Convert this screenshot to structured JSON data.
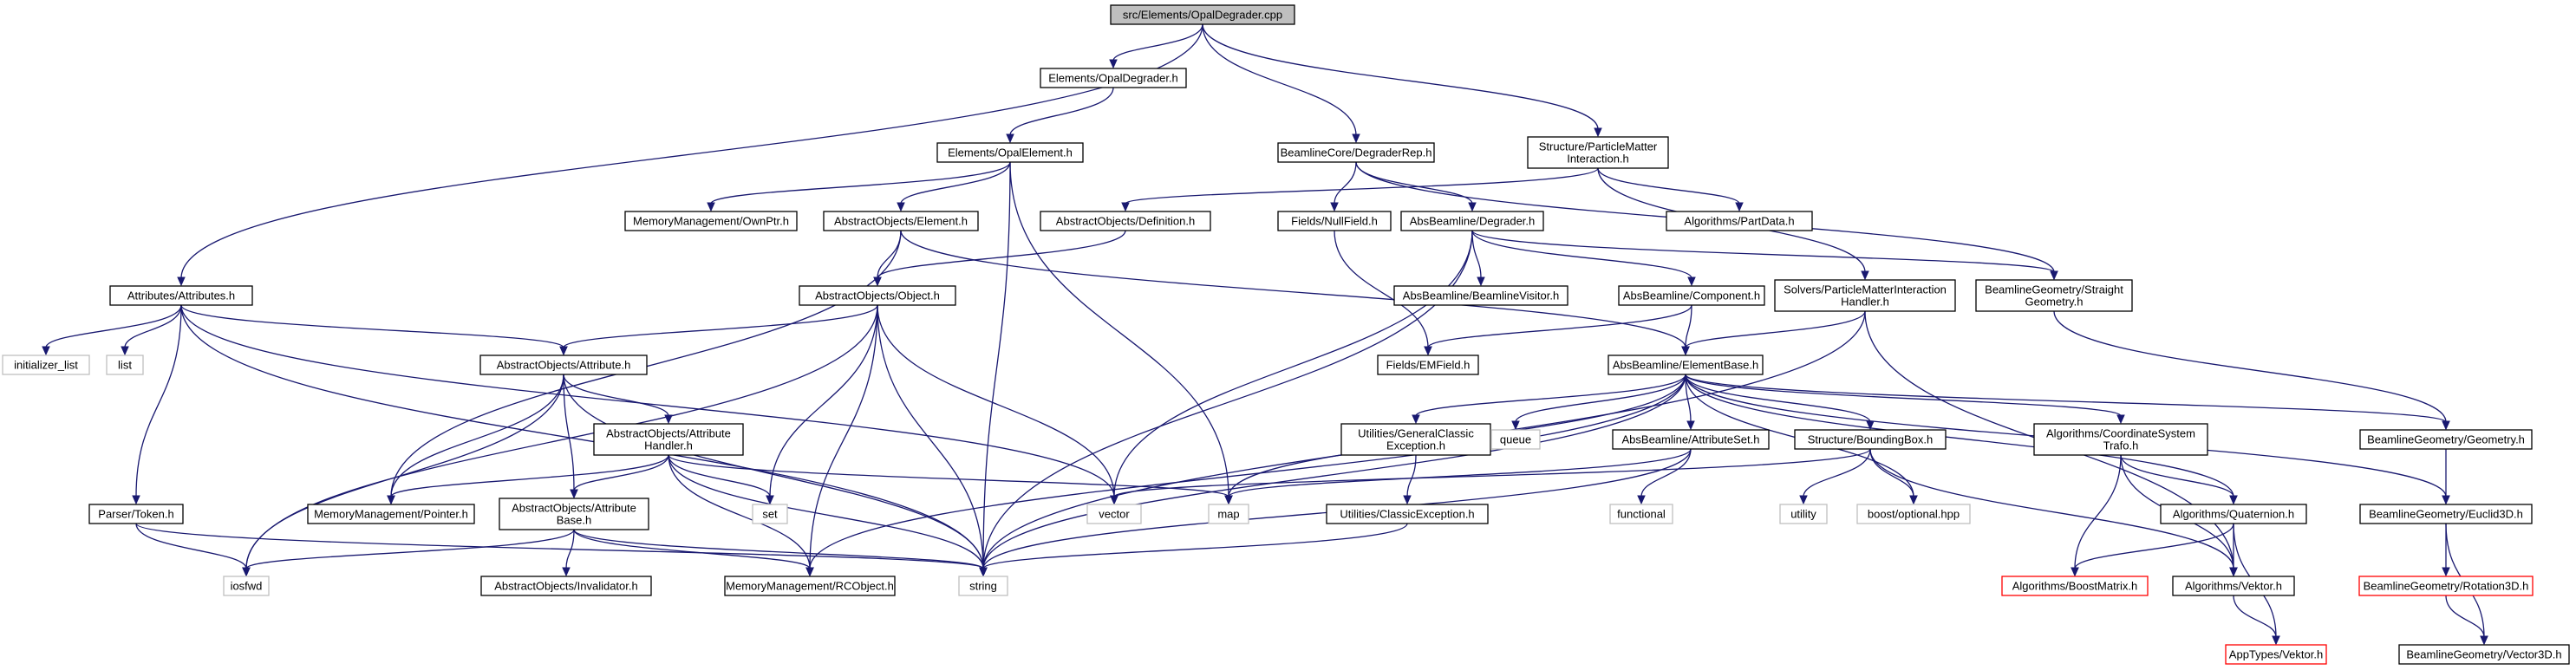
{
  "diagram": {
    "nodes": [
      {
        "id": "root",
        "lines": [
          "src/Elements/OpalDegrader.cpp"
        ],
        "style": "root"
      },
      {
        "id": "opaldegrader_h",
        "lines": [
          "Elements/OpalDegrader.h"
        ],
        "style": "normal"
      },
      {
        "id": "opalelement_h",
        "lines": [
          "Elements/OpalElement.h"
        ],
        "style": "normal"
      },
      {
        "id": "degraderrep_h",
        "lines": [
          "BeamlineCore/DegraderRep.h"
        ],
        "style": "normal"
      },
      {
        "id": "particlematter_h",
        "lines": [
          "Structure/ParticleMatter",
          "Interaction.h"
        ],
        "style": "normal"
      },
      {
        "id": "ownptr_h",
        "lines": [
          "MemoryManagement/OwnPtr.h"
        ],
        "style": "normal"
      },
      {
        "id": "element_h",
        "lines": [
          "AbstractObjects/Element.h"
        ],
        "style": "normal"
      },
      {
        "id": "definition_h",
        "lines": [
          "AbstractObjects/Definition.h"
        ],
        "style": "normal"
      },
      {
        "id": "nullfield_h",
        "lines": [
          "Fields/NullField.h"
        ],
        "style": "normal"
      },
      {
        "id": "degrader_h",
        "lines": [
          "AbsBeamline/Degrader.h"
        ],
        "style": "normal"
      },
      {
        "id": "partdata_h",
        "lines": [
          "Algorithms/PartData.h"
        ],
        "style": "normal"
      },
      {
        "id": "attributes_h",
        "lines": [
          "Attributes/Attributes.h"
        ],
        "style": "normal"
      },
      {
        "id": "object_h",
        "lines": [
          "AbstractObjects/Object.h"
        ],
        "style": "normal"
      },
      {
        "id": "beamlinevisitor_h",
        "lines": [
          "AbsBeamline/BeamlineVisitor.h"
        ],
        "style": "normal"
      },
      {
        "id": "component_h",
        "lines": [
          "AbsBeamline/Component.h"
        ],
        "style": "normal"
      },
      {
        "id": "pmihandler_h",
        "lines": [
          "Solvers/ParticleMatterInteraction",
          "Handler.h"
        ],
        "style": "normal"
      },
      {
        "id": "straightgeom_h",
        "lines": [
          "BeamlineGeometry/Straight",
          "Geometry.h"
        ],
        "style": "normal"
      },
      {
        "id": "initializer_list",
        "lines": [
          "initializer_list"
        ],
        "style": "gray"
      },
      {
        "id": "list",
        "lines": [
          "list"
        ],
        "style": "gray"
      },
      {
        "id": "attribute_h",
        "lines": [
          "AbstractObjects/Attribute.h"
        ],
        "style": "normal"
      },
      {
        "id": "emfield_h",
        "lines": [
          "Fields/EMField.h"
        ],
        "style": "normal"
      },
      {
        "id": "elementbase_h",
        "lines": [
          "AbsBeamline/ElementBase.h"
        ],
        "style": "normal"
      },
      {
        "id": "attrhandler_h",
        "lines": [
          "AbstractObjects/Attribute",
          "Handler.h"
        ],
        "style": "normal"
      },
      {
        "id": "genclassic_h",
        "lines": [
          "Utilities/GeneralClassic",
          "Exception.h"
        ],
        "style": "normal"
      },
      {
        "id": "queue",
        "lines": [
          "queue"
        ],
        "style": "gray"
      },
      {
        "id": "attributeset_h",
        "lines": [
          "AbsBeamline/AttributeSet.h"
        ],
        "style": "normal"
      },
      {
        "id": "boundingbox_h",
        "lines": [
          "Structure/BoundingBox.h"
        ],
        "style": "normal"
      },
      {
        "id": "coordtrafo_h",
        "lines": [
          "Algorithms/CoordinateSystem",
          "Trafo.h"
        ],
        "style": "normal"
      },
      {
        "id": "geometry_h",
        "lines": [
          "BeamlineGeometry/Geometry.h"
        ],
        "style": "normal"
      },
      {
        "id": "vector",
        "lines": [
          "vector"
        ],
        "style": "gray"
      },
      {
        "id": "map",
        "lines": [
          "map"
        ],
        "style": "gray"
      },
      {
        "id": "set",
        "lines": [
          "set"
        ],
        "style": "gray"
      },
      {
        "id": "pointer_h",
        "lines": [
          "MemoryManagement/Pointer.h"
        ],
        "style": "normal"
      },
      {
        "id": "token_h",
        "lines": [
          "Parser/Token.h"
        ],
        "style": "normal"
      },
      {
        "id": "attrbase_h",
        "lines": [
          "AbstractObjects/Attribute",
          "Base.h"
        ],
        "style": "normal"
      },
      {
        "id": "functional",
        "lines": [
          "functional"
        ],
        "style": "gray"
      },
      {
        "id": "utility",
        "lines": [
          "utility"
        ],
        "style": "gray"
      },
      {
        "id": "optional_hpp",
        "lines": [
          "boost/optional.hpp"
        ],
        "style": "gray"
      },
      {
        "id": "quaternion_h",
        "lines": [
          "Algorithms/Quaternion.h"
        ],
        "style": "normal"
      },
      {
        "id": "euclid3d_h",
        "lines": [
          "BeamlineGeometry/Euclid3D.h"
        ],
        "style": "normal"
      },
      {
        "id": "classicexc_h",
        "lines": [
          "Utilities/ClassicException.h"
        ],
        "style": "normal"
      },
      {
        "id": "iosfwd",
        "lines": [
          "iosfwd"
        ],
        "style": "gray"
      },
      {
        "id": "invalidator_h",
        "lines": [
          "AbstractObjects/Invalidator.h"
        ],
        "style": "normal"
      },
      {
        "id": "rcobject_h",
        "lines": [
          "MemoryManagement/RCObject.h"
        ],
        "style": "normal"
      },
      {
        "id": "string",
        "lines": [
          "string"
        ],
        "style": "gray"
      },
      {
        "id": "boostmatrix_h",
        "lines": [
          "Algorithms/BoostMatrix.h"
        ],
        "style": "red"
      },
      {
        "id": "vektor_alg_h",
        "lines": [
          "Algorithms/Vektor.h"
        ],
        "style": "normal"
      },
      {
        "id": "rotation3d_h",
        "lines": [
          "BeamlineGeometry/Rotation3D.h"
        ],
        "style": "red"
      },
      {
        "id": "apptypes_vektor_h",
        "lines": [
          "AppTypes/Vektor.h"
        ],
        "style": "red"
      },
      {
        "id": "vector3d_h",
        "lines": [
          "BeamlineGeometry/Vector3D.h"
        ],
        "style": "normal"
      }
    ],
    "edges": [
      [
        "root",
        "opaldegrader_h"
      ],
      [
        "root",
        "degraderrep_h"
      ],
      [
        "root",
        "particlematter_h"
      ],
      [
        "root",
        "attributes_h"
      ],
      [
        "opaldegrader_h",
        "opalelement_h"
      ],
      [
        "opalelement_h",
        "ownptr_h"
      ],
      [
        "opalelement_h",
        "element_h"
      ],
      [
        "opalelement_h",
        "map"
      ],
      [
        "opalelement_h",
        "string"
      ],
      [
        "degraderrep_h",
        "nullfield_h"
      ],
      [
        "degraderrep_h",
        "degrader_h"
      ],
      [
        "degraderrep_h",
        "straightgeom_h"
      ],
      [
        "particlematter_h",
        "definition_h"
      ],
      [
        "particlematter_h",
        "partdata_h"
      ],
      [
        "particlematter_h",
        "pmihandler_h"
      ],
      [
        "element_h",
        "object_h"
      ],
      [
        "element_h",
        "pointer_h"
      ],
      [
        "element_h",
        "elementbase_h"
      ],
      [
        "definition_h",
        "object_h"
      ],
      [
        "nullfield_h",
        "emfield_h"
      ],
      [
        "degrader_h",
        "beamlinevisitor_h"
      ],
      [
        "degrader_h",
        "component_h"
      ],
      [
        "degrader_h",
        "straightgeom_h"
      ],
      [
        "degrader_h",
        "vector"
      ],
      [
        "degrader_h",
        "string"
      ],
      [
        "attributes_h",
        "initializer_list"
      ],
      [
        "attributes_h",
        "list"
      ],
      [
        "attributes_h",
        "token_h"
      ],
      [
        "attributes_h",
        "attribute_h"
      ],
      [
        "attributes_h",
        "vector"
      ],
      [
        "attributes_h",
        "string"
      ],
      [
        "object_h",
        "attribute_h"
      ],
      [
        "object_h",
        "iosfwd"
      ],
      [
        "object_h",
        "set"
      ],
      [
        "object_h",
        "vector"
      ],
      [
        "object_h",
        "rcobject_h"
      ],
      [
        "object_h",
        "string"
      ],
      [
        "component_h",
        "emfield_h"
      ],
      [
        "component_h",
        "elementbase_h"
      ],
      [
        "pmihandler_h",
        "elementbase_h"
      ],
      [
        "pmihandler_h",
        "string"
      ],
      [
        "pmihandler_h",
        "vektor_alg_h"
      ],
      [
        "straightgeom_h",
        "geometry_h"
      ],
      [
        "attribute_h",
        "attrhandler_h"
      ],
      [
        "attribute_h",
        "attrbase_h"
      ],
      [
        "attribute_h",
        "pointer_h"
      ],
      [
        "attribute_h",
        "iosfwd"
      ],
      [
        "attribute_h",
        "string"
      ],
      [
        "elementbase_h",
        "genclassic_h"
      ],
      [
        "elementbase_h",
        "queue"
      ],
      [
        "elementbase_h",
        "attributeset_h"
      ],
      [
        "elementbase_h",
        "boundingbox_h"
      ],
      [
        "elementbase_h",
        "coordtrafo_h"
      ],
      [
        "elementbase_h",
        "geometry_h"
      ],
      [
        "elementbase_h",
        "euclid3d_h"
      ],
      [
        "elementbase_h",
        "map"
      ],
      [
        "elementbase_h",
        "rcobject_h"
      ],
      [
        "elementbase_h",
        "string"
      ],
      [
        "elementbase_h",
        "optional_hpp"
      ],
      [
        "elementbase_h",
        "quaternion_h"
      ],
      [
        "attrhandler_h",
        "set"
      ],
      [
        "attrhandler_h",
        "map"
      ],
      [
        "attrhandler_h",
        "pointer_h"
      ],
      [
        "attrhandler_h",
        "attrbase_h"
      ],
      [
        "attrhandler_h",
        "rcobject_h"
      ],
      [
        "attrhandler_h",
        "string"
      ],
      [
        "genclassic_h",
        "classicexc_h"
      ],
      [
        "attributeset_h",
        "map"
      ],
      [
        "attributeset_h",
        "functional"
      ],
      [
        "attributeset_h",
        "string"
      ],
      [
        "boundingbox_h",
        "vector"
      ],
      [
        "boundingbox_h",
        "utility"
      ],
      [
        "boundingbox_h",
        "optional_hpp"
      ],
      [
        "boundingbox_h",
        "vektor_alg_h"
      ],
      [
        "coordtrafo_h",
        "quaternion_h"
      ],
      [
        "coordtrafo_h",
        "boostmatrix_h"
      ],
      [
        "coordtrafo_h",
        "vektor_alg_h"
      ],
      [
        "geometry_h",
        "euclid3d_h"
      ],
      [
        "token_h",
        "iosfwd"
      ],
      [
        "token_h",
        "string"
      ],
      [
        "attrbase_h",
        "invalidator_h"
      ],
      [
        "attrbase_h",
        "rcobject_h"
      ],
      [
        "attrbase_h",
        "iosfwd"
      ],
      [
        "attrbase_h",
        "string"
      ],
      [
        "quaternion_h",
        "boostmatrix_h"
      ],
      [
        "quaternion_h",
        "vektor_alg_h"
      ],
      [
        "quaternion_h",
        "apptypes_vektor_h"
      ],
      [
        "euclid3d_h",
        "rotation3d_h"
      ],
      [
        "euclid3d_h",
        "vector3d_h"
      ],
      [
        "classicexc_h",
        "string"
      ],
      [
        "vektor_alg_h",
        "apptypes_vektor_h"
      ],
      [
        "rotation3d_h",
        "vector3d_h"
      ]
    ],
    "colors": {
      "edge": "#191970",
      "root_fill": "#bfbfbf",
      "normal_border": "#000000",
      "gray_border": "#bfbfbf",
      "red_border": "#ff0000",
      "background": "#ffffff"
    }
  }
}
